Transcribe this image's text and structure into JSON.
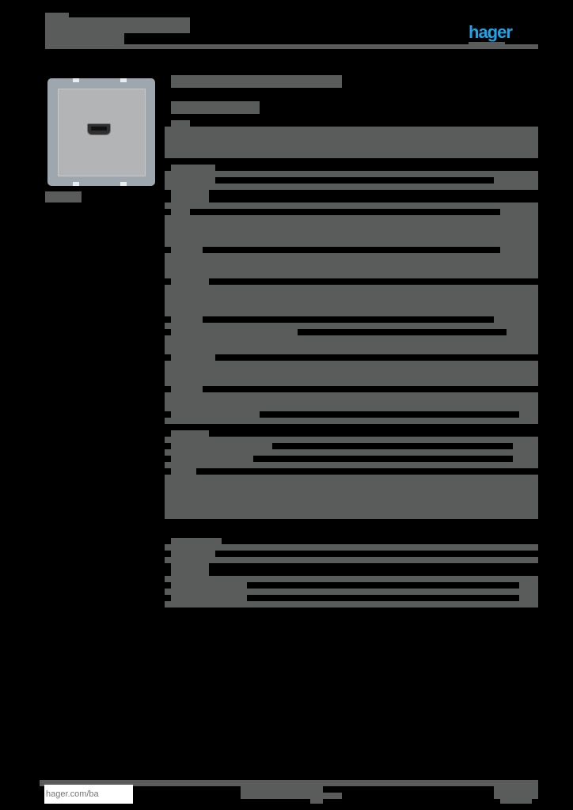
{
  "header": {
    "brand_logo": "hager",
    "brand_color": "#1fa3e6"
  },
  "product": {
    "image_alt": "HDMI socket outlet cover plate, aluminium",
    "icon": "hdmi-port-icon"
  },
  "footer": {
    "website": "hager.com/ba"
  },
  "colors": {
    "background": "#000000",
    "redaction_block": "#5a5b5b",
    "footer_box": "#ffffff"
  }
}
